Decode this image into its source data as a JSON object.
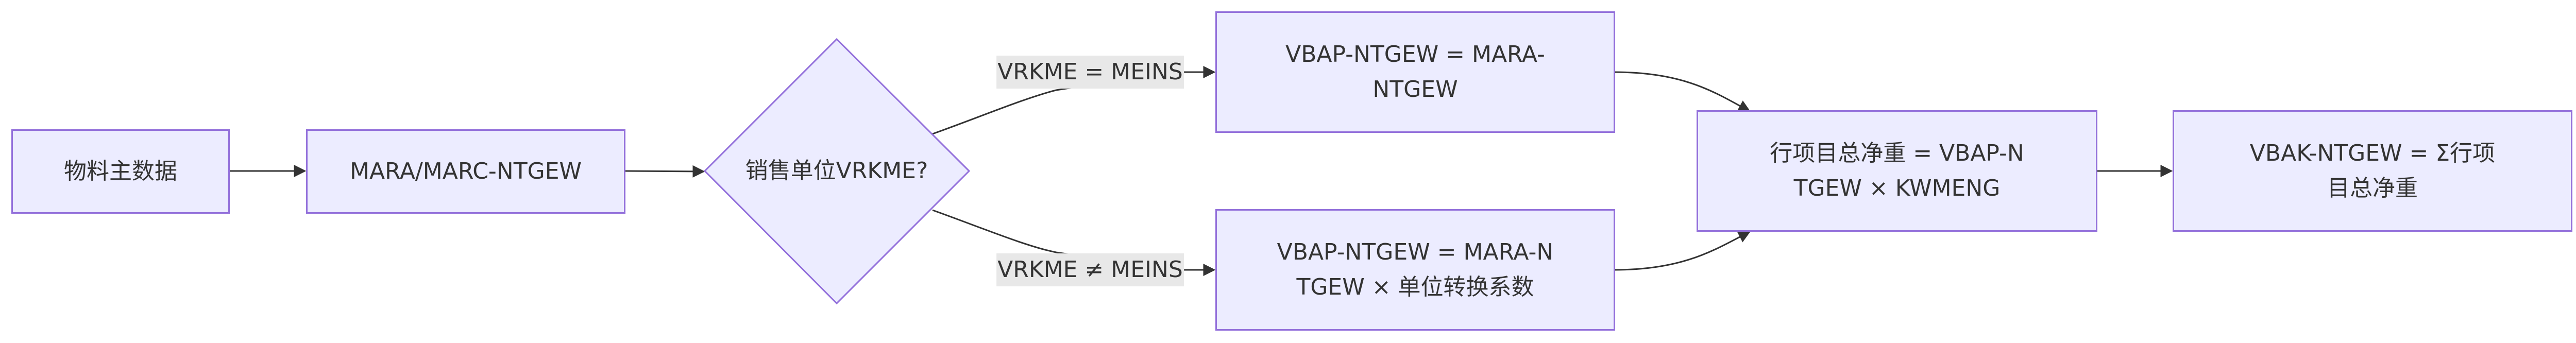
{
  "diagram": {
    "nodes": {
      "material_master": "物料主数据",
      "mara_marc": "MARA/MARC-NTGEW",
      "decision": "销售单位VRKME?",
      "equal_case": "VBAP-NTGEW = MARA-NTGEW",
      "not_equal_case": "VBAP-NTGEW = MARA-NTGEW × 单位转换系数",
      "item_net_weight": "行项目总净重 = VBAP-NTGEW × KWMENG",
      "header_net_weight": "VBAK-NTGEW = Σ行项目总净重"
    },
    "edges": {
      "equal_label": "VRKME = MEINS",
      "not_equal_label": "VRKME ≠ MEINS"
    },
    "colors": {
      "node_fill": "#ECECFF",
      "node_border": "#9370DB",
      "line": "#333333",
      "edge_label_bg": "#E8E8E8",
      "text": "#333333"
    }
  }
}
